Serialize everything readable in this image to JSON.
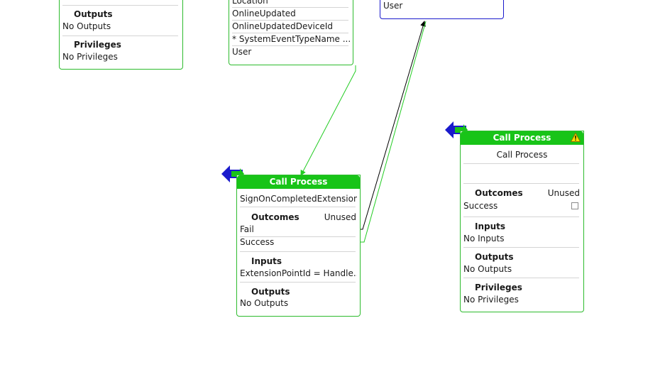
{
  "left_node": {
    "outputs_title": "Outputs",
    "outputs_value": "No Outputs",
    "privileges_title": "Privileges",
    "privileges_value": "No Privileges"
  },
  "mid_node": {
    "rows": [
      "Location",
      "OnlineUpdated",
      "OnlineUpdatedDeviceId",
      "* SystemEventTypeName ...",
      "User"
    ]
  },
  "blue_node": {
    "row": "User"
  },
  "call_process_1": {
    "header": "Call Process",
    "name": "SignOnCompletedExtension",
    "outcomes_title": "Outcomes",
    "outcomes_unused": "Unused",
    "outcomes": [
      "Fail",
      "Success"
    ],
    "inputs_title": "Inputs",
    "inputs_value": "ExtensionPointId = Handle...",
    "outputs_title": "Outputs",
    "outputs_value": "No Outputs"
  },
  "call_process_2": {
    "header": "Call Process",
    "name": "Call Process",
    "outcomes_title": "Outcomes",
    "outcomes_unused": "Unused",
    "outcomes": [
      "Success"
    ],
    "inputs_title": "Inputs",
    "inputs_value": "No Inputs",
    "outputs_title": "Outputs",
    "outputs_value": "No Outputs",
    "privileges_title": "Privileges",
    "privileges_value": "No Privileges",
    "icon": "warning-icon"
  },
  "colors": {
    "node_border": "#2dbb2d",
    "header_green": "#18c418",
    "blue_border": "#1a1acc",
    "connector_green": "#22cc22",
    "connector_black": "#000000"
  }
}
